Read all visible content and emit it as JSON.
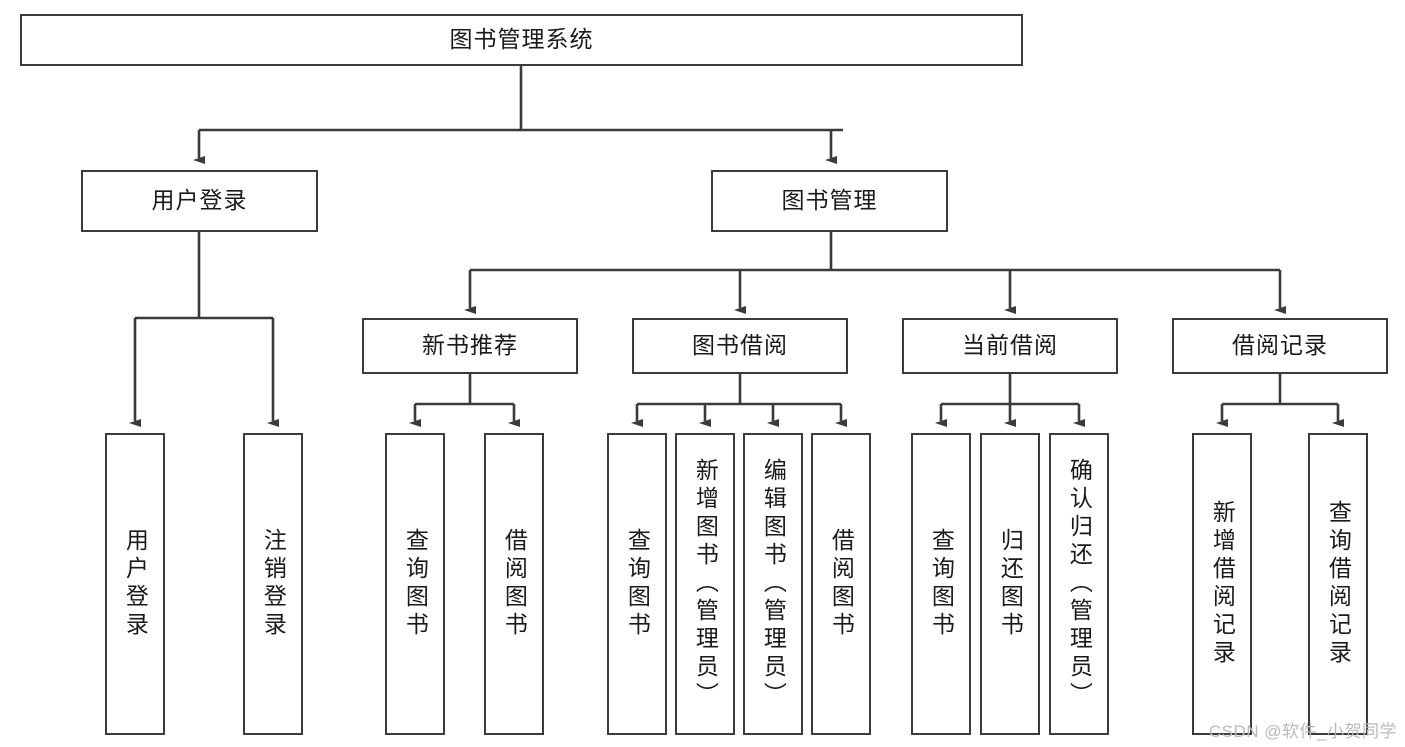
{
  "diagram": {
    "type": "tree-hierarchy-chart",
    "title_text": "图书管理系统",
    "watermark": "CSDN @软件_小贺同学",
    "colors": {
      "stroke": "#3b3b3b",
      "fill": "#ffffff",
      "text": "#1a1a1a",
      "watermark": "#b9b9b9"
    },
    "levels": {
      "level1": [
        {
          "id": "root",
          "label": "图书管理系统",
          "orientation": "horizontal"
        }
      ],
      "level2": [
        {
          "id": "user-login",
          "label": "用户登录",
          "orientation": "horizontal"
        },
        {
          "id": "book-manage",
          "label": "图书管理",
          "orientation": "horizontal"
        }
      ],
      "level3": [
        {
          "id": "new-book-recommend",
          "label": "新书推荐",
          "orientation": "horizontal"
        },
        {
          "id": "book-borrow",
          "label": "图书借阅",
          "orientation": "horizontal"
        },
        {
          "id": "current-borrow",
          "label": "当前借阅",
          "orientation": "horizontal"
        },
        {
          "id": "borrow-record",
          "label": "借阅记录",
          "orientation": "horizontal"
        }
      ],
      "level4": [
        {
          "id": "leaf-user-login",
          "label": "用户登录",
          "orientation": "vertical",
          "parent": "user-login"
        },
        {
          "id": "leaf-logout",
          "label": "注销登录",
          "orientation": "vertical",
          "parent": "user-login"
        },
        {
          "id": "leaf-query-book-1",
          "label": "查询图书",
          "orientation": "vertical",
          "parent": "new-book-recommend"
        },
        {
          "id": "leaf-borrow-book-1",
          "label": "借阅图书",
          "orientation": "vertical",
          "parent": "new-book-recommend"
        },
        {
          "id": "leaf-query-book-2",
          "label": "查询图书",
          "orientation": "vertical",
          "parent": "book-borrow"
        },
        {
          "id": "leaf-add-book",
          "label": "新增图书（管理员）",
          "orientation": "vertical",
          "parent": "book-borrow"
        },
        {
          "id": "leaf-edit-book",
          "label": "编辑图书（管理员）",
          "orientation": "vertical",
          "parent": "book-borrow"
        },
        {
          "id": "leaf-borrow-book-2",
          "label": "借阅图书",
          "orientation": "vertical",
          "parent": "book-borrow"
        },
        {
          "id": "leaf-query-book-3",
          "label": "查询图书",
          "orientation": "vertical",
          "parent": "current-borrow"
        },
        {
          "id": "leaf-return-book",
          "label": "归还图书",
          "orientation": "vertical",
          "parent": "current-borrow"
        },
        {
          "id": "leaf-confirm-return",
          "label": "确认归还（管理员）",
          "orientation": "vertical",
          "parent": "current-borrow"
        },
        {
          "id": "leaf-add-record",
          "label": "新增借阅记录",
          "orientation": "vertical",
          "parent": "borrow-record"
        },
        {
          "id": "leaf-query-record",
          "label": "查询借阅记录",
          "orientation": "vertical",
          "parent": "borrow-record"
        }
      ]
    }
  }
}
